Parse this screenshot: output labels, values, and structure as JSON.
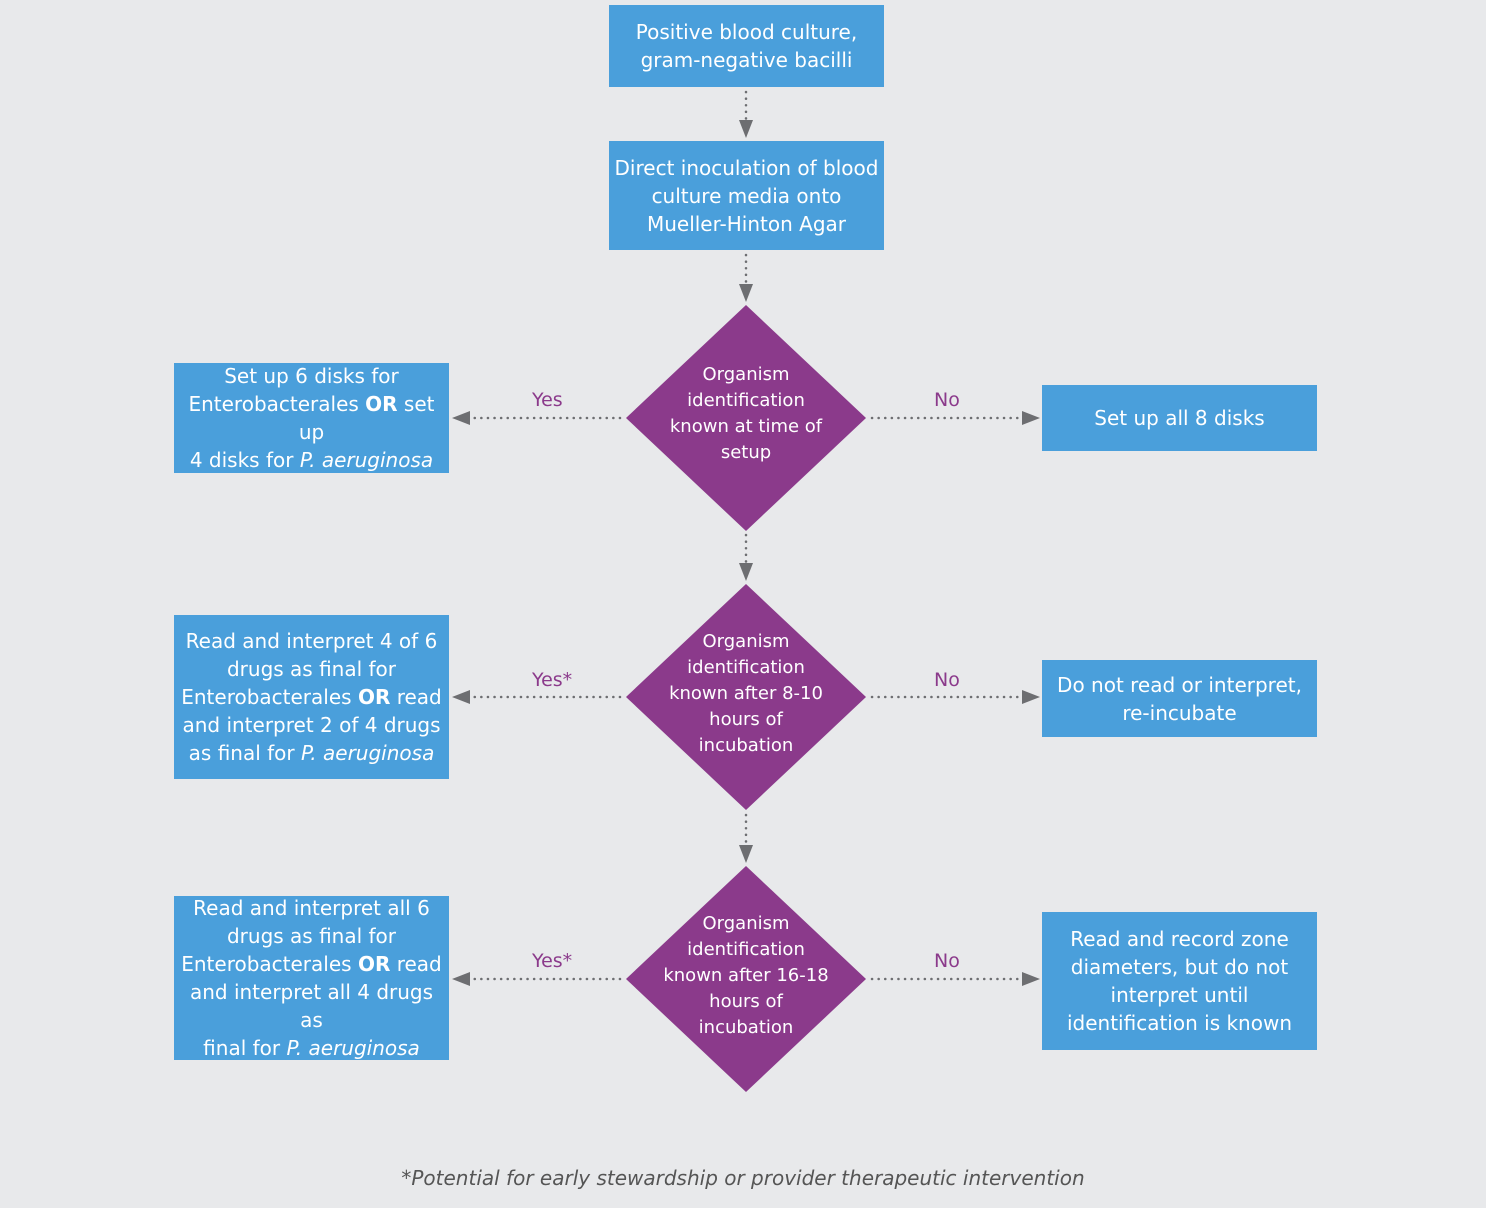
{
  "nodes": {
    "start": {
      "parts": [
        {
          "t": "Positive blood culture,"
        },
        {
          "br": true
        },
        {
          "t": "gram-negative bacilli"
        }
      ]
    },
    "inoculation": {
      "parts": [
        {
          "t": "Direct inoculation of blood"
        },
        {
          "br": true
        },
        {
          "t": "culture media onto"
        },
        {
          "br": true
        },
        {
          "t": "Mueller-Hinton Agar"
        }
      ]
    },
    "decision1": {
      "text": "Organism\nidentification\nknown at time of\nsetup"
    },
    "decision2": {
      "text": "Organism\nidentification\nknown after 8-10\nhours of\nincubation"
    },
    "decision3": {
      "text": "Organism\nidentification\nknown after 16-18\nhours of\nincubation"
    },
    "yes1": {
      "parts": [
        {
          "t": "Set up 6 disks for"
        },
        {
          "br": true
        },
        {
          "t": "Enterobacterales "
        },
        {
          "t": "OR",
          "b": true
        },
        {
          "t": " set up"
        },
        {
          "br": true
        },
        {
          "t": "4 disks for "
        },
        {
          "t": "P. aeruginosa",
          "i": true
        }
      ]
    },
    "no1": {
      "parts": [
        {
          "t": "Set up all 8 disks"
        }
      ]
    },
    "yes2": {
      "parts": [
        {
          "t": "Read and interpret 4 of 6"
        },
        {
          "br": true
        },
        {
          "t": "drugs as final for"
        },
        {
          "br": true
        },
        {
          "t": "Enterobacterales "
        },
        {
          "t": "OR",
          "b": true
        },
        {
          "t": " read"
        },
        {
          "br": true
        },
        {
          "t": "and interpret 2 of 4 drugs"
        },
        {
          "br": true
        },
        {
          "t": "as final for "
        },
        {
          "t": "P. aeruginosa",
          "i": true
        }
      ]
    },
    "no2": {
      "parts": [
        {
          "t": "Do not read or interpret,"
        },
        {
          "br": true
        },
        {
          "t": "re-incubate"
        }
      ]
    },
    "yes3": {
      "parts": [
        {
          "t": "Read and interpret all 6"
        },
        {
          "br": true
        },
        {
          "t": "drugs as final for"
        },
        {
          "br": true
        },
        {
          "t": "Enterobacterales "
        },
        {
          "t": "OR",
          "b": true
        },
        {
          "t": " read"
        },
        {
          "br": true
        },
        {
          "t": "and interpret all 4 drugs as"
        },
        {
          "br": true
        },
        {
          "t": "final for "
        },
        {
          "t": "P. aeruginosa",
          "i": true
        }
      ]
    },
    "no3": {
      "parts": [
        {
          "t": "Read and record zone"
        },
        {
          "br": true
        },
        {
          "t": "diameters, but do not"
        },
        {
          "br": true
        },
        {
          "t": "interpret until"
        },
        {
          "br": true
        },
        {
          "t": "identification is known"
        }
      ]
    }
  },
  "edge_labels": {
    "yes1": "Yes",
    "no1": "No",
    "yes2": "Yes*",
    "no2": "No",
    "yes3": "Yes*",
    "no3": "No"
  },
  "footnote": "*Potential for early stewardship or provider therapeutic intervention",
  "colors": {
    "box": "#4a9fdb",
    "decision": "#8b3a8b",
    "label": "#8b3a8b",
    "connector": "#6d6e71",
    "background": "#e8e9eb"
  }
}
